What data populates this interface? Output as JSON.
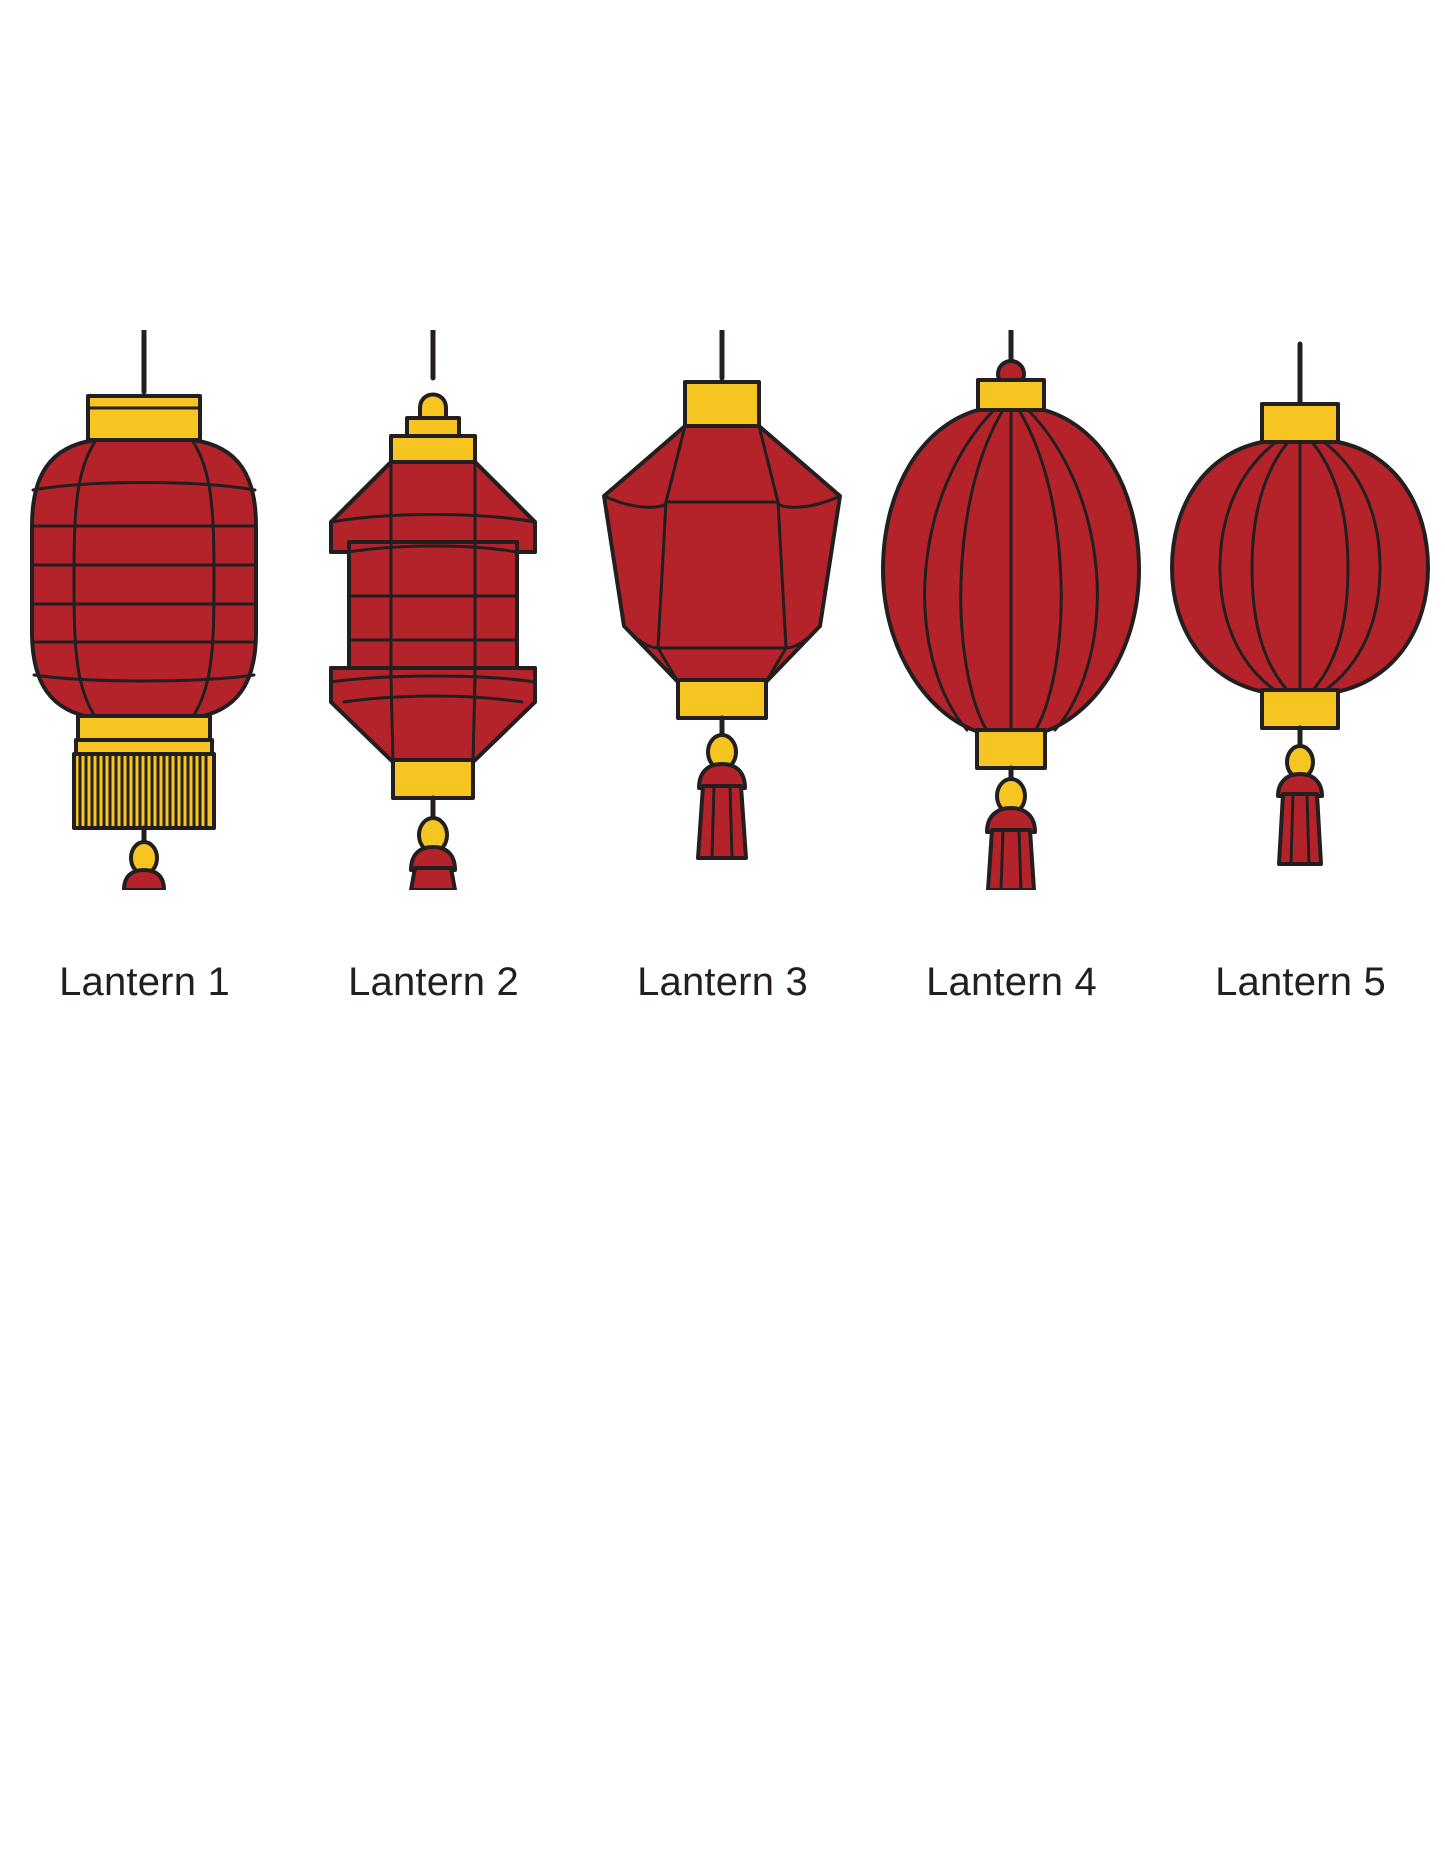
{
  "figure": {
    "background_color": "#FFFFFF",
    "palette": {
      "red": "#B4232A",
      "gold": "#F7C521",
      "outline": "#231F20",
      "text": "#231F20"
    },
    "item_count": 5,
    "layout": "horizontal-row-of-5"
  },
  "lanterns": [
    {
      "id": "lantern-1",
      "label": "Lantern 1",
      "shape_name": "cylindrical-barrel-lantern",
      "body_color": "#B4232A",
      "trim_color": "#F7C521",
      "outline_color": "#231F20",
      "features": "tall cylinder body with 7 horizontal bands, gold collar at top, gold ribbed skirt at bottom, red tassel",
      "band_count": 7,
      "skirt_rib_count": 24
    },
    {
      "id": "lantern-2",
      "label": "Lantern 2",
      "shape_name": "hexagonal-palace-lantern",
      "body_color": "#B4232A",
      "trim_color": "#F7C521",
      "outline_color": "#231F20",
      "features": "faceted hexagonal palace lantern with stepped gold finial, flared shoulders and flared base, red tassel",
      "facet_count": 6,
      "band_count": 4
    },
    {
      "id": "lantern-3",
      "label": "Lantern 3",
      "shape_name": "angular-diamond-lantern",
      "body_color": "#B4232A",
      "trim_color": "#F7C521",
      "outline_color": "#231F20",
      "features": "angular faceted diamond silhouette, gold collar top and gold collar bottom, red tassel",
      "facet_count": 6
    },
    {
      "id": "lantern-4",
      "label": "Lantern 4",
      "shape_name": "teardrop-onion-lantern",
      "body_color": "#B4232A",
      "trim_color": "#F7C521",
      "outline_color": "#231F20",
      "features": "teardrop / onion shaped body with ribbed panels, small red bead above gold cap, gold base block, red tassel",
      "rib_count": 7
    },
    {
      "id": "lantern-5",
      "label": "Lantern 5",
      "shape_name": "round-sphere-lantern",
      "body_color": "#B4232A",
      "trim_color": "#F7C521",
      "outline_color": "#231F20",
      "features": "classic round spherical lantern with 7 curved ribs, gold collar top and bottom, gold bead and red tassel",
      "rib_count": 7
    }
  ]
}
